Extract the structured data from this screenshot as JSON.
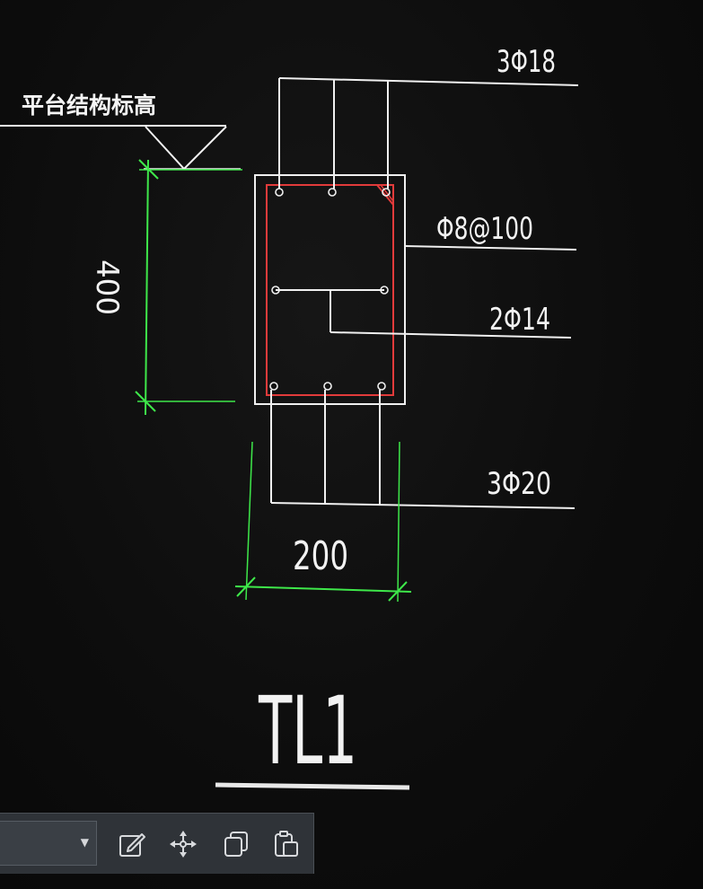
{
  "drawing": {
    "elevation_label": "平台结构标高",
    "top_bars_label": "3Φ18",
    "stirrup_label": "Φ8@100",
    "side_bars_label": "2Φ14",
    "bottom_bars_label": "3Φ20",
    "height_dimension": "400",
    "width_dimension": "200",
    "beam_title": "TL1"
  },
  "colors": {
    "line": "#f0f0f0",
    "rebar": "#e23b3b",
    "dimension": "#3ee84a",
    "background": "#0b0b0b"
  },
  "toolbar": {
    "dropdown_value": "",
    "icons": [
      "edit-icon",
      "move-icon",
      "copy-icon",
      "paste-icon"
    ]
  }
}
